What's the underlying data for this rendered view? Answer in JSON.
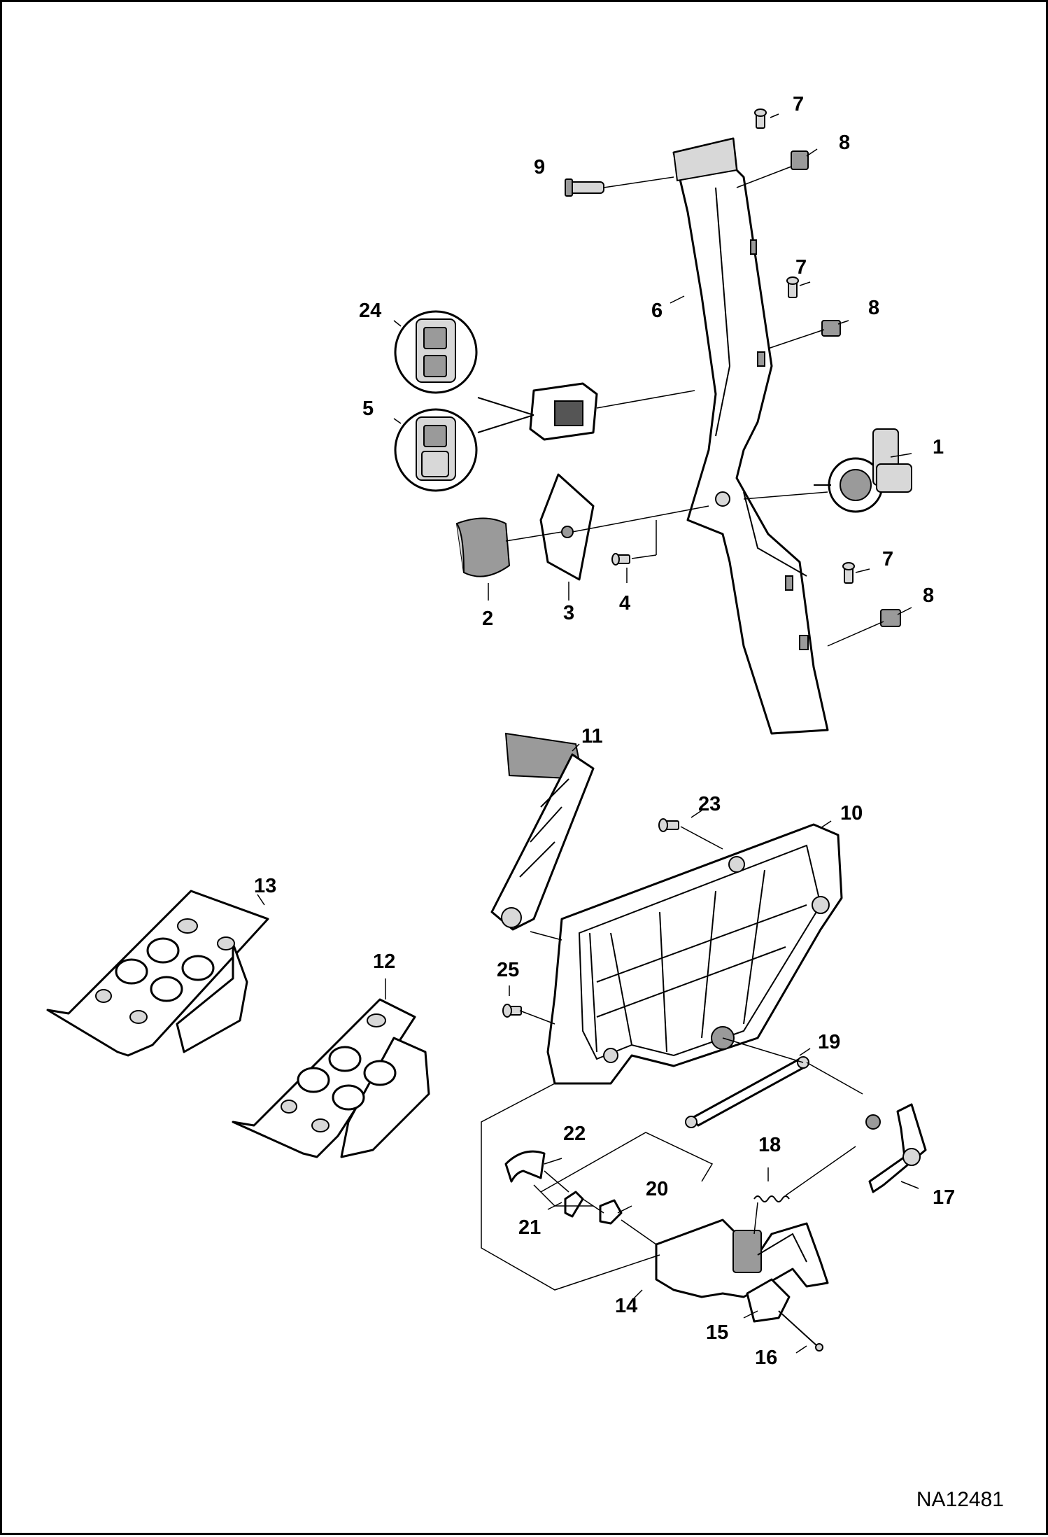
{
  "figure": {
    "reference_code": "NA12481",
    "callouts": [
      "1",
      "2",
      "3",
      "4",
      "5",
      "6",
      "7",
      "7",
      "7",
      "8",
      "8",
      "8",
      "9",
      "10",
      "11",
      "12",
      "13",
      "14",
      "15",
      "16",
      "17",
      "18",
      "19",
      "20",
      "21",
      "22",
      "23",
      "24",
      "25"
    ]
  }
}
